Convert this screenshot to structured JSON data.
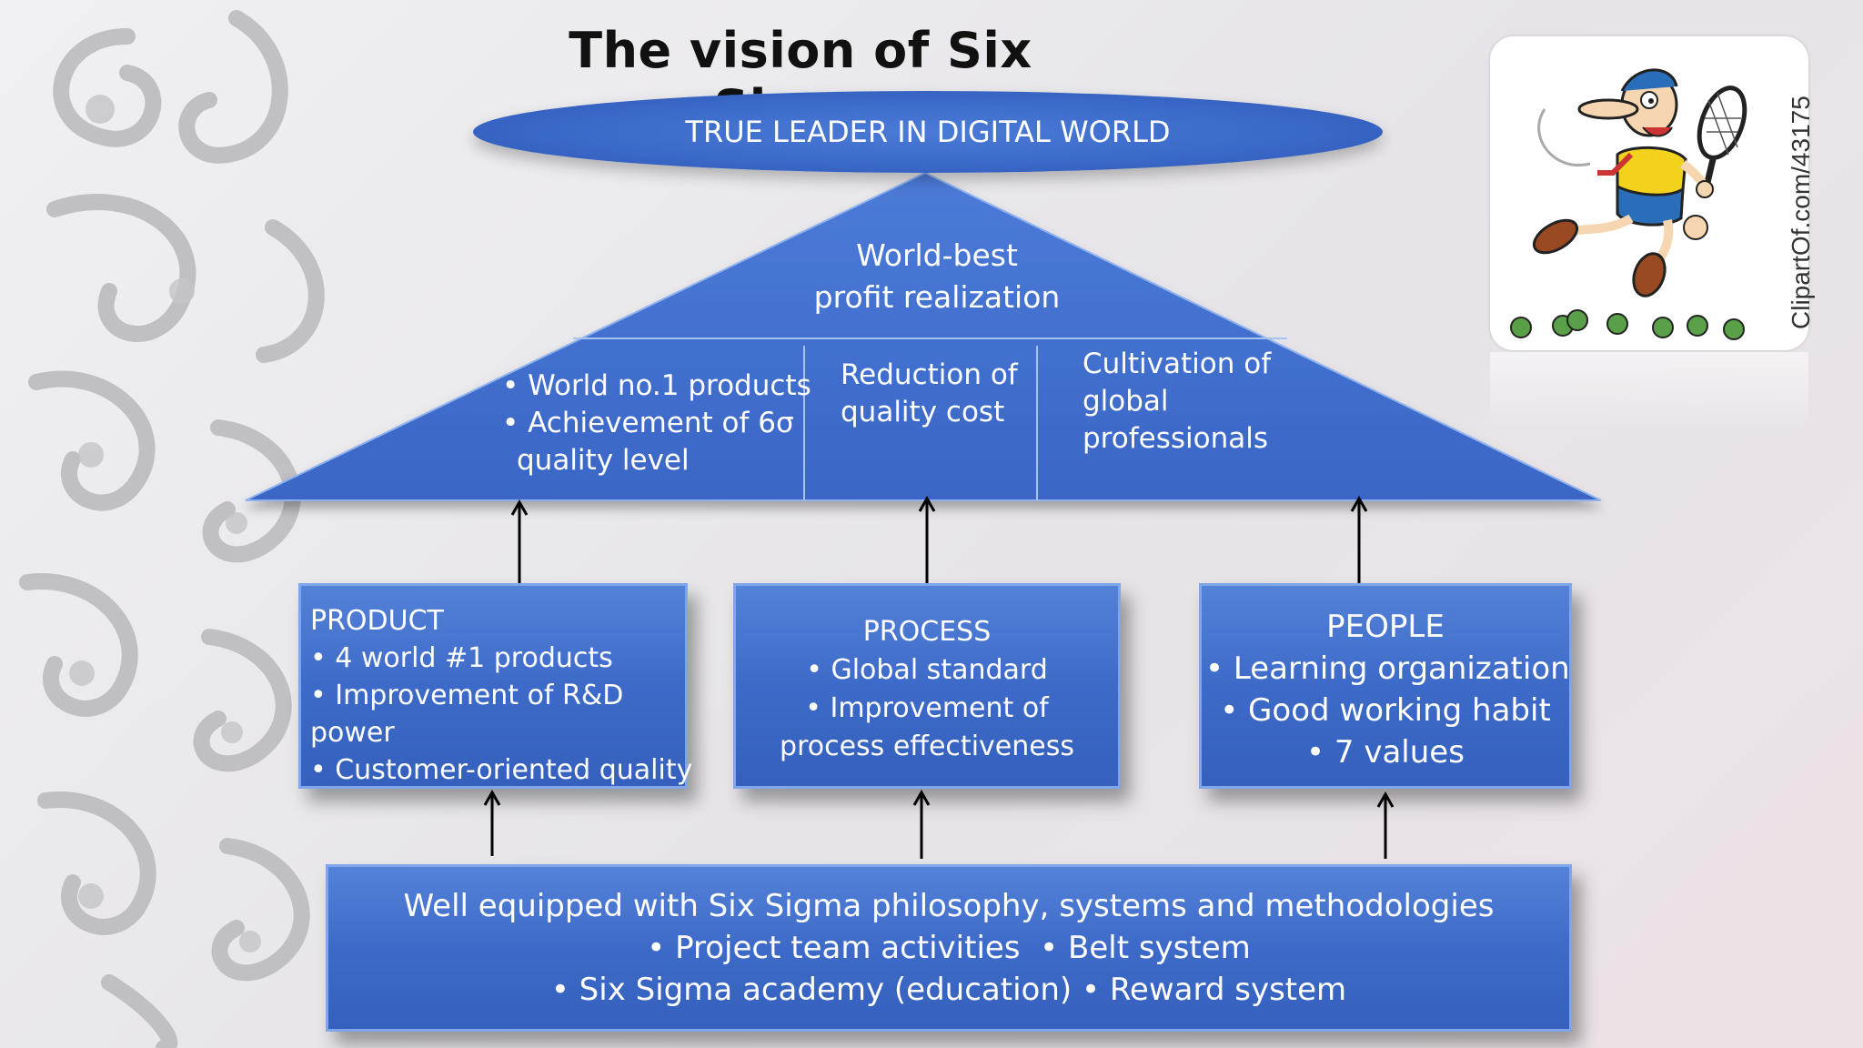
{
  "title": "The vision of Six Sigma",
  "top_goal": "TRUE LEADER IN DIGITAL WORLD",
  "pyramid": {
    "top_lines": [
      "World-best",
      "profit realization"
    ],
    "col1_lines": [
      "• World no.1 products",
      "• Achievement of 6σ",
      "quality level"
    ],
    "col2_lines": [
      "Reduction of",
      "quality cost"
    ],
    "col3_lines": [
      "Cultivation of",
      "global",
      "professionals"
    ]
  },
  "pillars": {
    "product": {
      "heading": "PRODUCT",
      "lines": [
        "• 4 world #1 products",
        "• Improvement of R&D",
        "power",
        "• Customer-oriented quality"
      ]
    },
    "process": {
      "heading": "PROCESS",
      "lines": [
        "• Global standard",
        "• Improvement of",
        "process effectiveness"
      ]
    },
    "people": {
      "heading": "PEOPLE",
      "lines": [
        "• Learning organization",
        "• Good working habit",
        "• 7 values"
      ]
    }
  },
  "foundation": {
    "lines": [
      "Well equipped with Six Sigma philosophy, systems and methodologies",
      "• Project team activities  • Belt system",
      "• Six Sigma academy (education) • Reward system"
    ]
  },
  "clipart": {
    "watermark": "ClipartOf.com/43175",
    "icon": "tennis-player-cartoon"
  },
  "colors": {
    "shape_blue": "#3d6ac8",
    "shape_border": "#7fa6ea",
    "text_light": "#ffffff",
    "title_text": "#111111",
    "ornament": "#b9b9bd"
  }
}
